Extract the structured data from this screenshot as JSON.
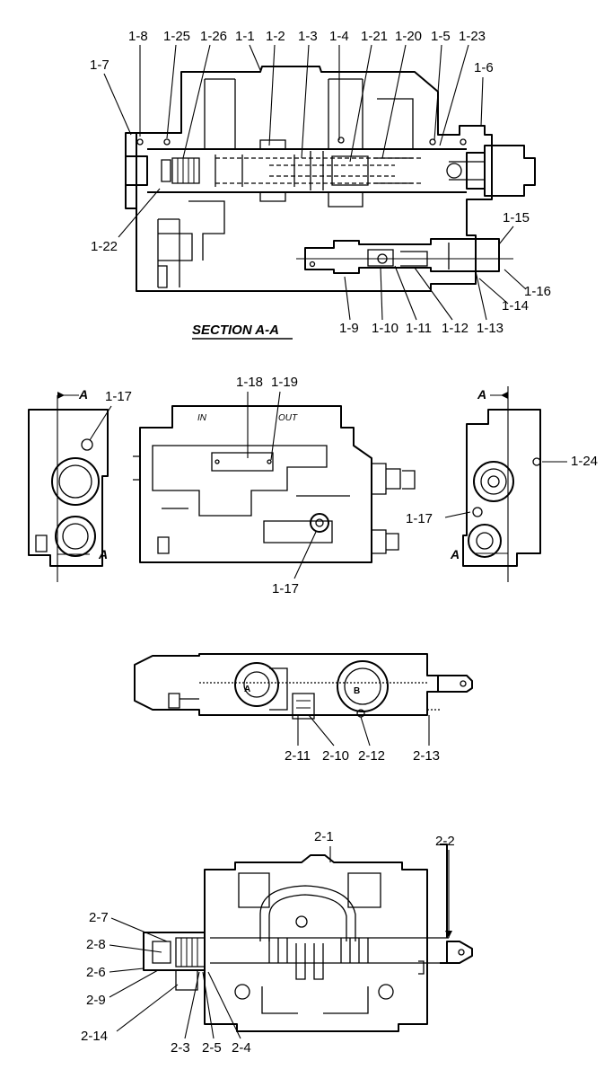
{
  "section_title": "SECTION A-A",
  "section_marks": {
    "left_top": "A",
    "left_bottom": "A",
    "right_top": "A",
    "right_bottom": "A"
  },
  "plate_labels": {
    "in": "IN",
    "out": "OUT"
  },
  "port_labels": {
    "a": "A",
    "b": "B"
  },
  "callouts": {
    "section": {
      "top": [
        "1-8",
        "1-25",
        "1-26",
        "1-1",
        "1-2",
        "1-3",
        "1-4",
        "1-21",
        "1-20",
        "1-5",
        "1-23"
      ],
      "c_1_7": "1-7",
      "c_1_6": "1-6",
      "c_1_22": "1-22",
      "c_1_15": "1-15",
      "c_1_16": "1-16",
      "c_1_14": "1-14",
      "bottom": [
        "1-9",
        "1-10",
        "1-11",
        "1-12",
        "1-13"
      ]
    },
    "views": {
      "c_1_17_left": "1-17",
      "c_1_18": "1-18",
      "c_1_19": "1-19",
      "c_1_17_center": "1-17",
      "c_1_17_right": "1-17",
      "c_1_24": "1-24"
    },
    "top_view": [
      "2-11",
      "2-10",
      "2-12",
      "2-13"
    ],
    "section_2": {
      "c_2_1": "2-1",
      "c_2_2": "2-2",
      "c_2_7": "2-7",
      "c_2_8": "2-8",
      "c_2_6": "2-6",
      "c_2_9": "2-9",
      "c_2_14": "2-14",
      "bottom": [
        "2-3",
        "2-5",
        "2-4"
      ]
    }
  }
}
